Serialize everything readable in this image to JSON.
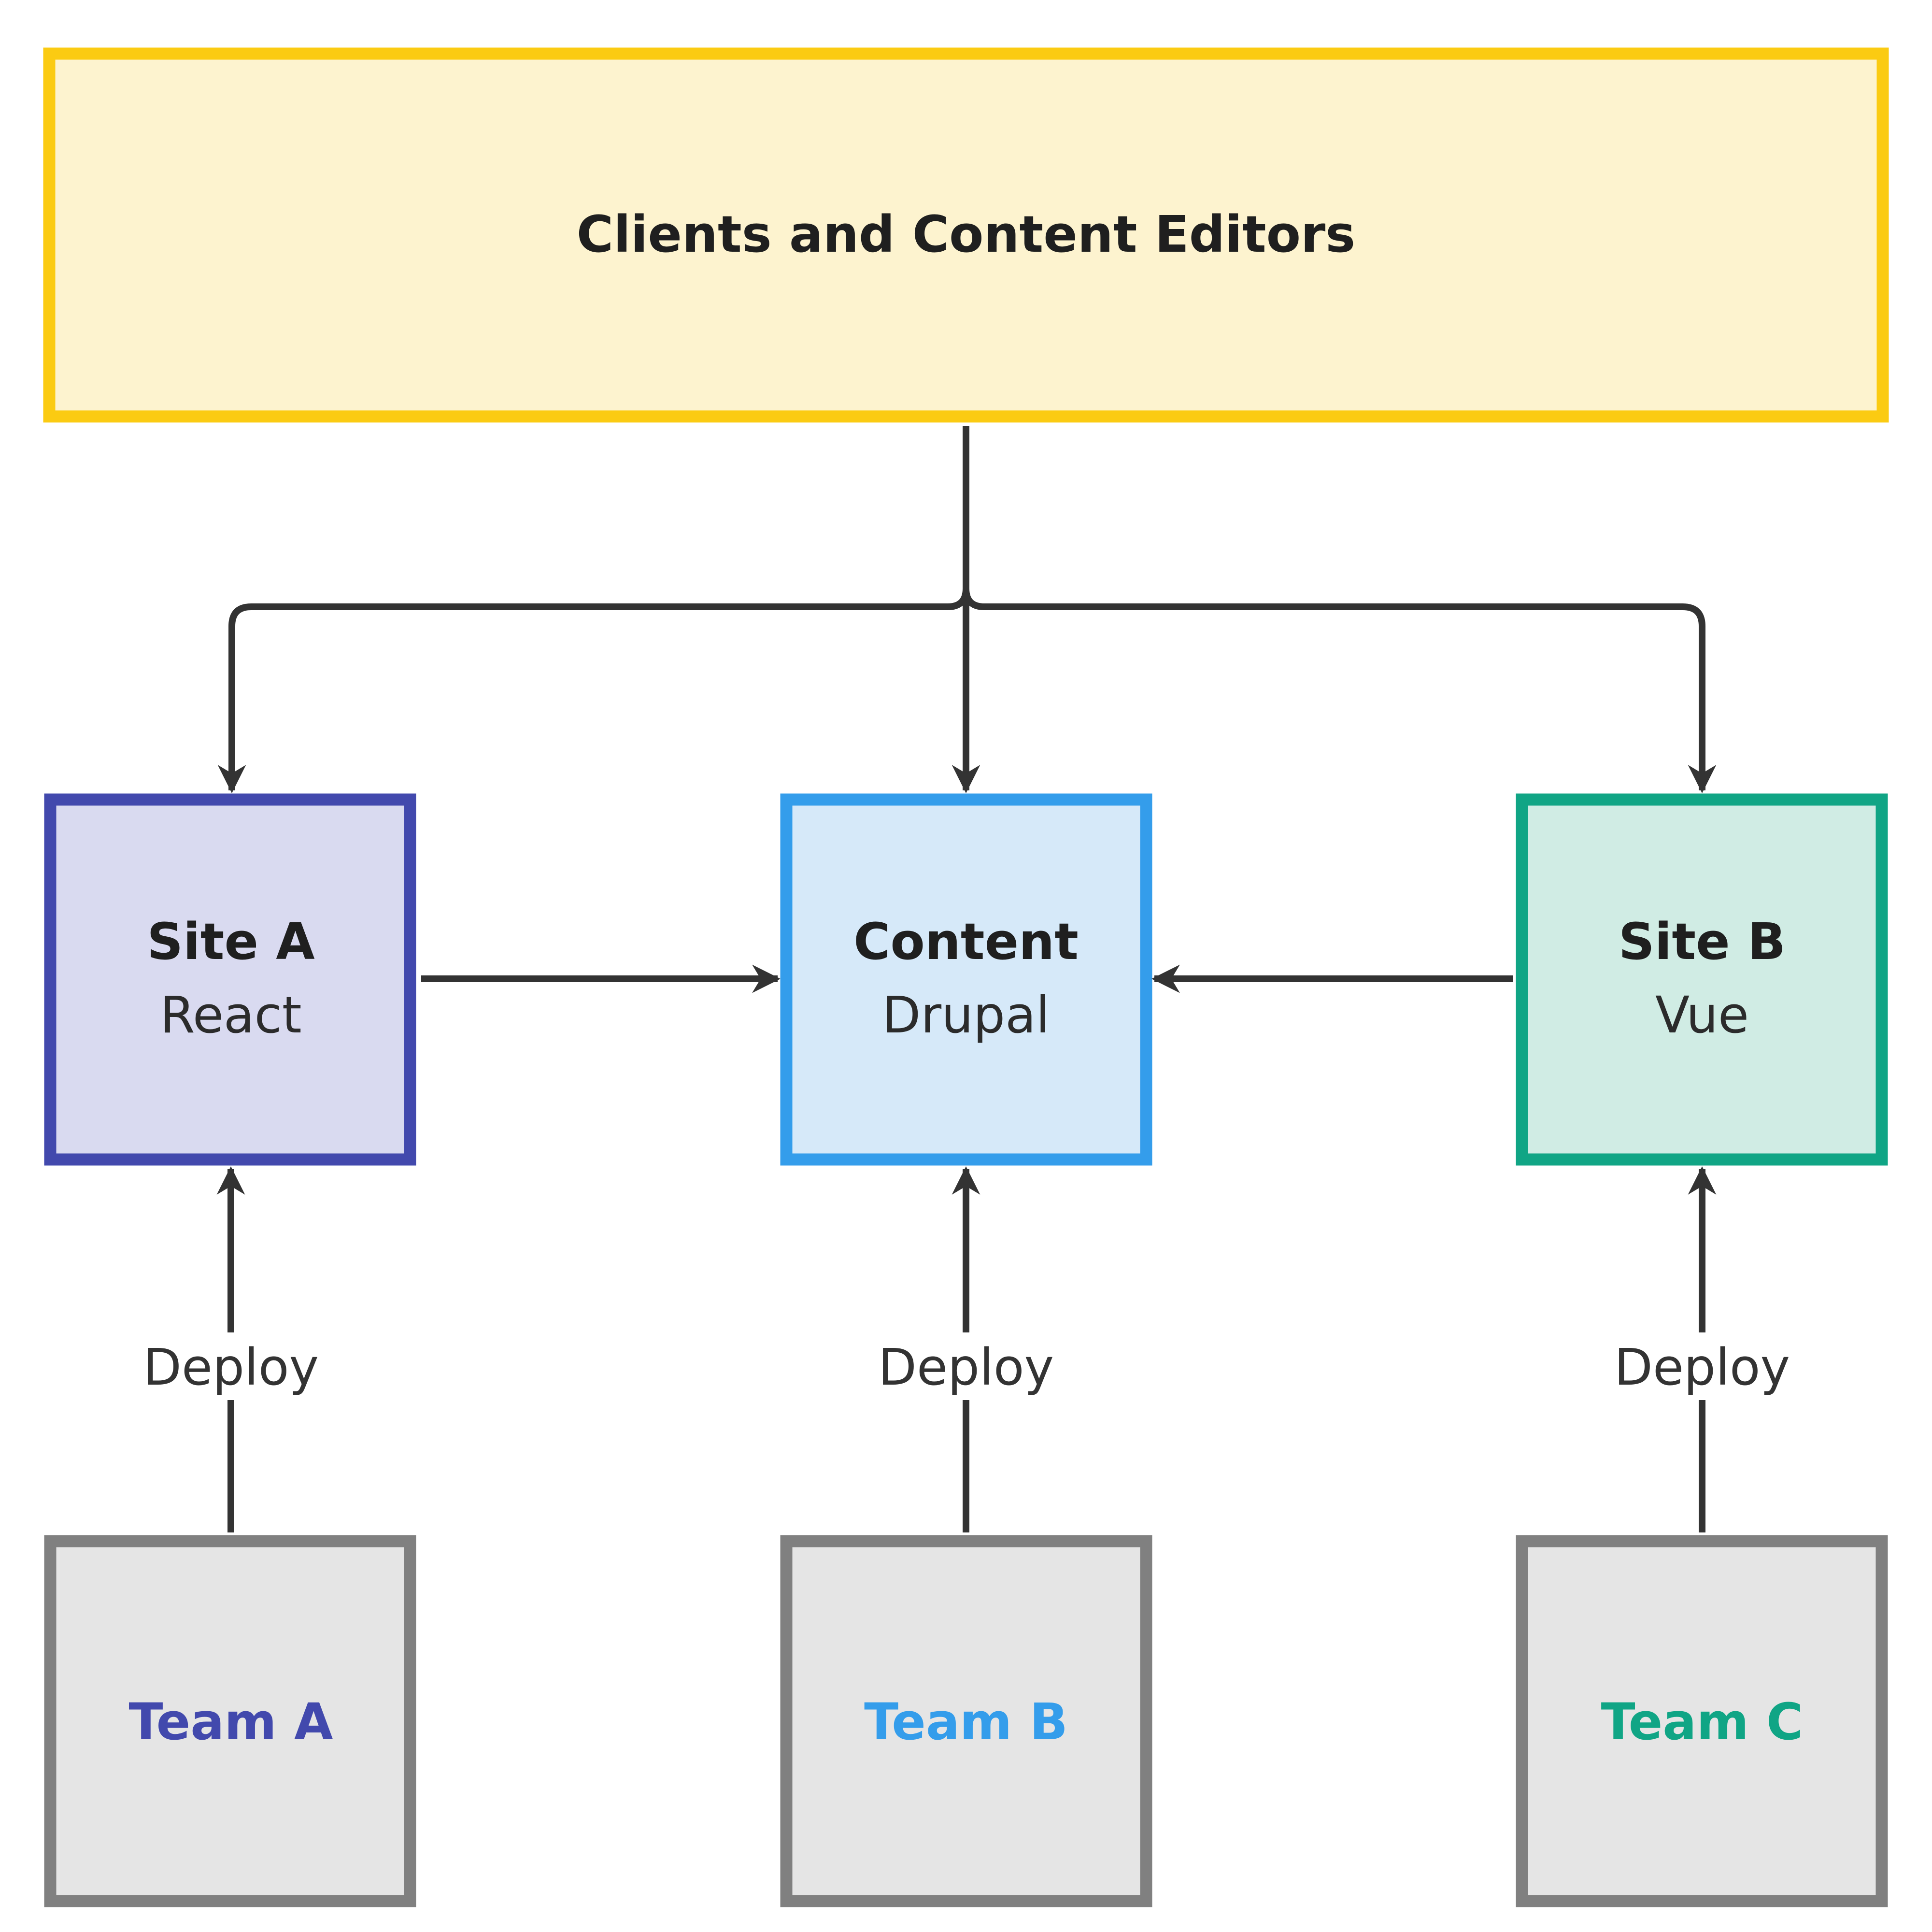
{
  "nodes": {
    "clients": {
      "title": "Clients and Content Editors",
      "fill": "#fdf3cf",
      "stroke": "#fbcb12"
    },
    "site_a": {
      "title": "Site A",
      "subtitle": "React",
      "fill": "#d9daf0",
      "stroke": "#4249ad"
    },
    "content": {
      "title": "Content",
      "subtitle": "Drupal",
      "fill": "#d6e9f9",
      "stroke": "#349deb"
    },
    "site_b": {
      "title": "Site B",
      "subtitle": "Vue",
      "fill": "#d0ece4",
      "stroke": "#10a585"
    },
    "team_a": {
      "title": "Team A",
      "fill": "#e5e5e5",
      "stroke": "#808080",
      "text_color": "#4249ad"
    },
    "team_b": {
      "title": "Team B",
      "fill": "#e5e5e5",
      "stroke": "#808080",
      "text_color": "#349deb"
    },
    "team_c": {
      "title": "Team C",
      "fill": "#e5e5e5",
      "stroke": "#808080",
      "text_color": "#10a585"
    }
  },
  "edges": {
    "deploy_a": {
      "label": "Deploy"
    },
    "deploy_b": {
      "label": "Deploy"
    },
    "deploy_c": {
      "label": "Deploy"
    }
  },
  "colors": {
    "edge": "#333333",
    "background": "#ffffff"
  }
}
